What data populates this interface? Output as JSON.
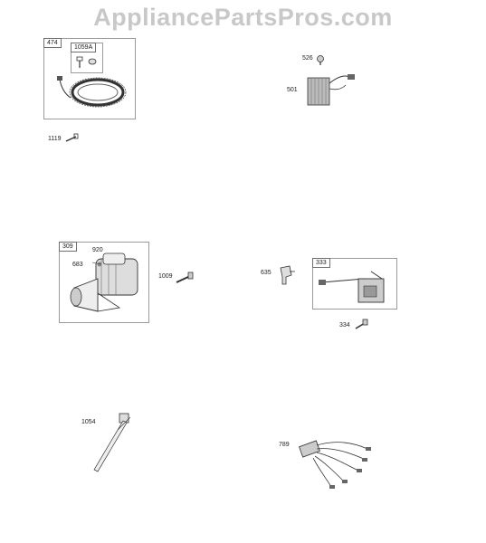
{
  "watermark": "AppliancePartsPros.com",
  "parts": {
    "p474": "474",
    "p1059a": "1059A",
    "p1119": "1119",
    "p526": "526",
    "p501": "501",
    "p309": "309",
    "p920": "920",
    "p683": "683",
    "p1009": "1009",
    "p635": "635",
    "p333": "333",
    "p334": "334",
    "p1054": "1054",
    "p789": "789"
  },
  "icons": {
    "stator": "stator-coil-icon",
    "screw": "screw-icon",
    "regulator": "voltage-regulator-icon",
    "starter": "starter-motor-icon",
    "bolt": "bolt-icon",
    "clip": "spark-plug-boot-icon",
    "ignition": "ignition-armature-icon",
    "tie": "cable-tie-icon",
    "harness": "wire-harness-icon"
  }
}
